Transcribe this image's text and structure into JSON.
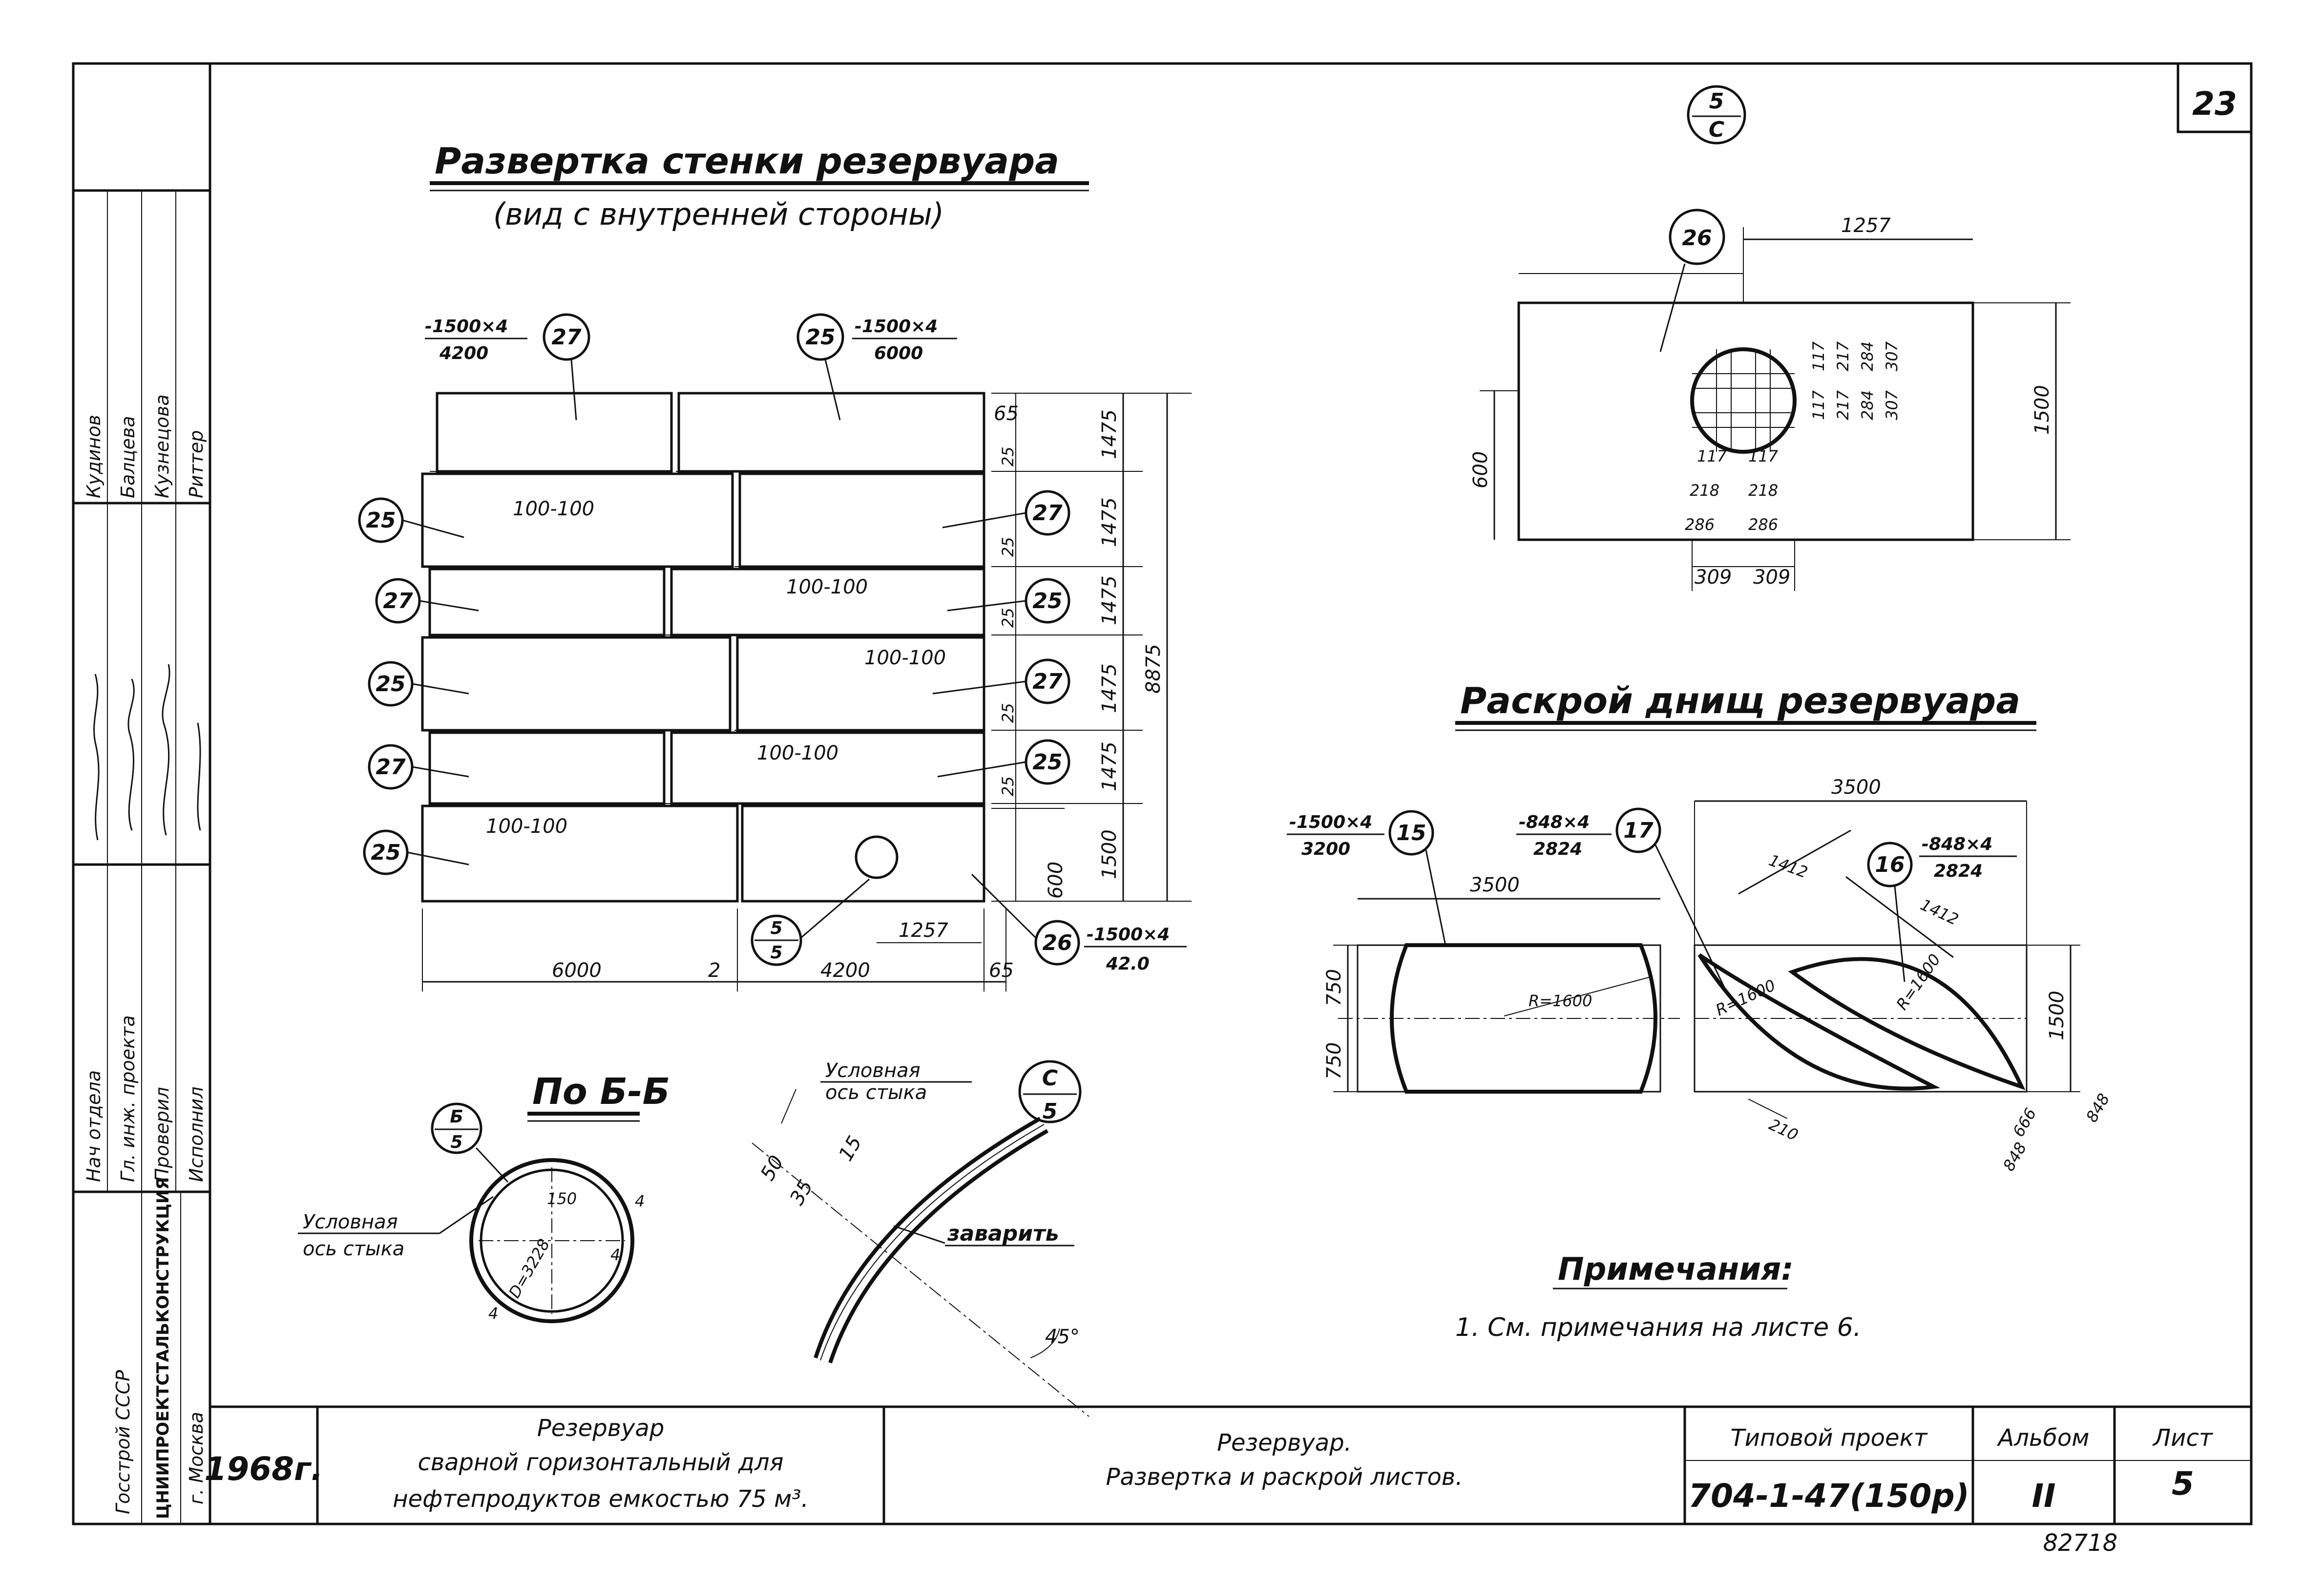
{
  "sheet_number": "23",
  "registry_number": "82718",
  "wall": {
    "title": "Развертка стенки резервуара",
    "subtitle": "(вид с внутренней стороны)",
    "plate_27_spec_top": "-1500×4",
    "plate_27_spec_bottom": "4200",
    "plate_25_spec_top": "-1500×4",
    "plate_25_spec_bottom": "6000",
    "plate_26_spec_top": "-1500×4",
    "plate_26_spec_bottom": "42.0",
    "seam_label": "100-100",
    "dims_right": [
      "1475",
      "1475",
      "1475",
      "1475",
      "1475",
      "1500",
      "600"
    ],
    "dim_total": "8875",
    "dim_65_top": "65",
    "dim_25": "25",
    "dim_bottom": [
      "6000",
      "2",
      "4200",
      "65"
    ],
    "dim_1257": "1257"
  },
  "markers": {
    "m25": "25",
    "m26": "26",
    "m27": "27",
    "m15": "15",
    "m16": "16",
    "m17": "17",
    "ref5_top": "5",
    "ref5_bottom": "5",
    "refC_top": "С",
    "refC_bottom": "5",
    "refB_top": "Б",
    "refB_bottom": "5",
    "top_ref_top": "5",
    "top_ref_bottom": "С"
  },
  "detail5": {
    "dim_1257": "1257",
    "dim_1500": "1500",
    "dim_600": "600",
    "grid_h": [
      "117",
      "117",
      "218",
      "218",
      "286",
      "286",
      "309",
      "309"
    ],
    "grid_v": [
      "117",
      "117",
      "217",
      "217",
      "284",
      "284",
      "307",
      "307"
    ]
  },
  "bottoms": {
    "title": "Раскрой днищ резервуара",
    "plate15_spec_top": "-1500×4",
    "plate15_spec_bottom": "3200",
    "plate17_spec_top": "-848×4",
    "plate17_spec_bottom": "2824",
    "plate16_spec_top": "-848×4",
    "plate16_spec_bottom": "2824",
    "dim_3500": "3500",
    "dim_3500b": "3500",
    "dim_750a": "750",
    "dim_750b": "750",
    "radius": "R=1600",
    "dim_1412a": "1412",
    "dim_1412b": "1412",
    "dim_1500": "1500",
    "dim_848a": "848",
    "dim_848b": "848",
    "dim_666": "666",
    "dim_210": "210"
  },
  "sectionB": {
    "title": "По Б-Б",
    "axis_label_1": "Условная",
    "axis_label_2": "ось стыка",
    "diameter": "D=3228",
    "dim_150": "150",
    "dim_4": "4"
  },
  "detailC": {
    "axis_label_1": "Условная",
    "axis_label_2": "ось стыка",
    "dim_50": "50",
    "dim_35": "35",
    "dim_15": "15",
    "weld_note": "заварить",
    "angle": "45°"
  },
  "notes": {
    "title": "Примечания:",
    "item1": "1. См. примечания на листе 6."
  },
  "side_stamp": {
    "names": [
      "Кудинов",
      "Балцева",
      "Кузнецова",
      "Риттер"
    ],
    "roles": [
      "Нач отдела",
      "Гл. инж. проекта",
      "Проверил",
      "Исполнил"
    ],
    "org": "ЦНИИПРОЕКТСТАЛЬКОНСТРУКЦИЯ",
    "city": "г. Москва",
    "gosstroy": "Госстрой СССР"
  },
  "title_block": {
    "year": "1968г.",
    "object_line1": "Резервуар",
    "object_line2": "сварной горизонтальный для",
    "object_line3": "нефтепродуктов емкостью 75 м³.",
    "drawing_line1": "Резервуар.",
    "drawing_line2": "Развертка и раскрой листов.",
    "project_label": "Типовой проект",
    "project_number": "704-1-47(150р)",
    "album_label": "Альбом",
    "album_value": "II",
    "sheet_label": "Лист",
    "sheet_value": "5"
  }
}
